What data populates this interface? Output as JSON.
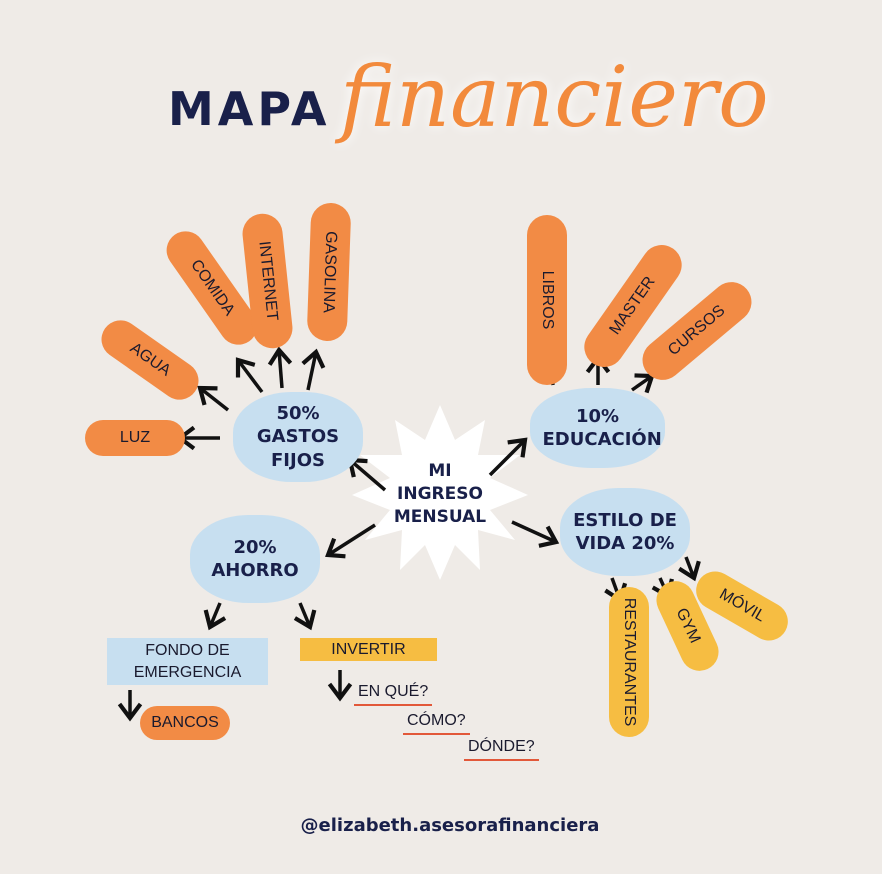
{
  "title": {
    "bold": "MAPA",
    "script": "financiero"
  },
  "center": "MI INGRESO MENSUAL",
  "gastos": {
    "label": "50% GASTOS FIJOS",
    "items": [
      "LUZ",
      "AGUA",
      "COMIDA",
      "INTERNET",
      "GASOLINA"
    ]
  },
  "educacion": {
    "label": "10% EDUCACIÓN",
    "items": [
      "LIBROS",
      "MASTER",
      "CURSOS"
    ]
  },
  "estilo": {
    "label": "ESTILO DE VIDA 20%",
    "items": [
      "RESTAURANTES",
      "GYM",
      "MÓVIL"
    ]
  },
  "ahorro": {
    "label": "20% AHORRO",
    "fondo": "FONDO DE EMERGENCIA",
    "bancos": "BANCOS",
    "invertir": "INVERTIR",
    "questions": [
      "EN QUÉ?",
      "CÓMO?",
      "DÓNDE?"
    ]
  },
  "handle": "@elizabeth.asesorafinanciera",
  "colors": {
    "orange": "#f28b45",
    "yellow": "#f6bd42",
    "blue": "#c7dff0",
    "navy": "#19204a"
  }
}
